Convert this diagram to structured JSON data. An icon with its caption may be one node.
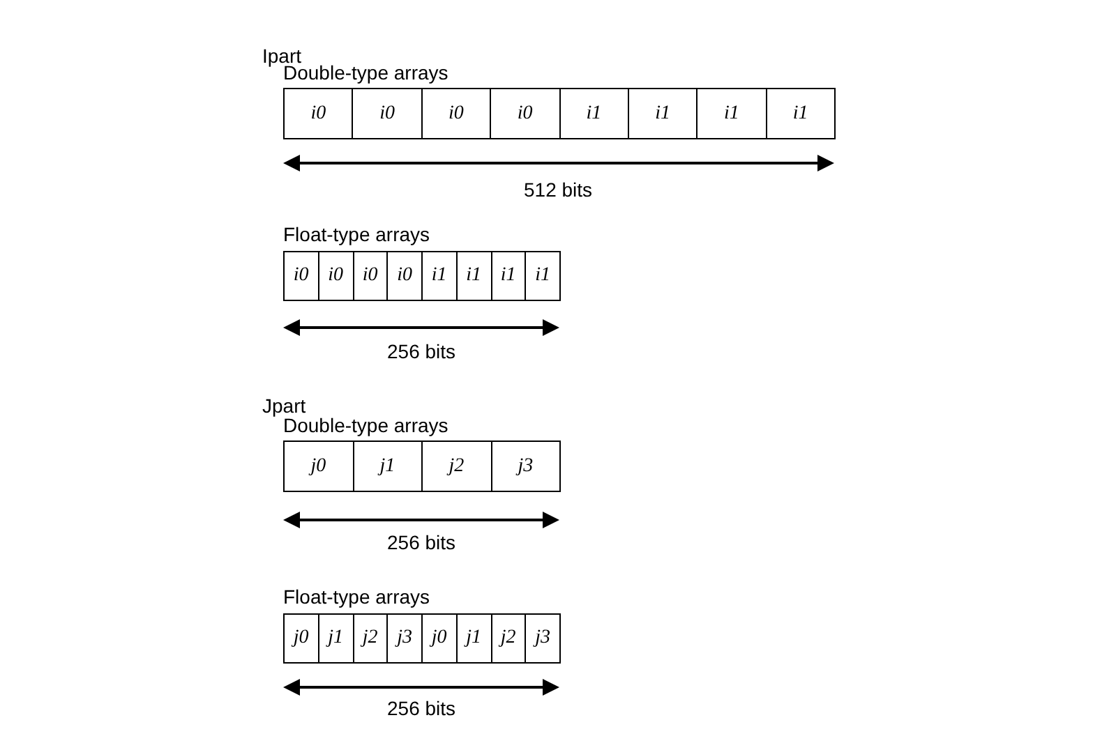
{
  "diagram": {
    "nodes": [
      {
        "text": [
          "i0"
        ]
      },
      {
        "text": [
          "i0"
        ]
      },
      {
        "text": [
          "i0"
        ]
      },
      {
        "text": [
          "i0"
        ]
      },
      {
        "text": [
          "i1"
        ]
      },
      {
        "text": [
          "i1"
        ]
      },
      {
        "text": [
          "i1"
        ]
      },
      {
        "text": [
          "i1"
        ]
      },
      {
        "text": [
          "i0"
        ]
      },
      {
        "text": [
          "i0"
        ]
      },
      {
        "text": [
          "i0"
        ]
      },
      {
        "text": [
          "i0"
        ]
      },
      {
        "text": [
          "i1"
        ]
      },
      {
        "text": [
          "i1"
        ]
      },
      {
        "text": [
          "i1"
        ]
      },
      {
        "text": [
          "i1"
        ]
      },
      {
        "text": [
          "j0"
        ]
      },
      {
        "text": [
          "j1"
        ]
      },
      {
        "text": [
          "j2"
        ]
      },
      {
        "text": [
          "j3"
        ]
      },
      {
        "text": [
          "j0"
        ]
      },
      {
        "text": [
          "j1"
        ]
      },
      {
        "text": [
          "j2"
        ]
      },
      {
        "text": [
          "j3"
        ]
      },
      {
        "text": [
          "j0"
        ]
      },
      {
        "text": [
          "j1"
        ]
      },
      {
        "text": [
          "j2"
        ]
      },
      {
        "text": [
          "j3"
        ]
      }
    ],
    "labels": [
      "Ipart",
      "Double-type arrays",
      "512 bits",
      "Float-type arrays",
      "256 bits",
      "Jpart",
      "Double-type arrays",
      "256 bits",
      "Float-type arrays",
      "256 bits"
    ]
  }
}
